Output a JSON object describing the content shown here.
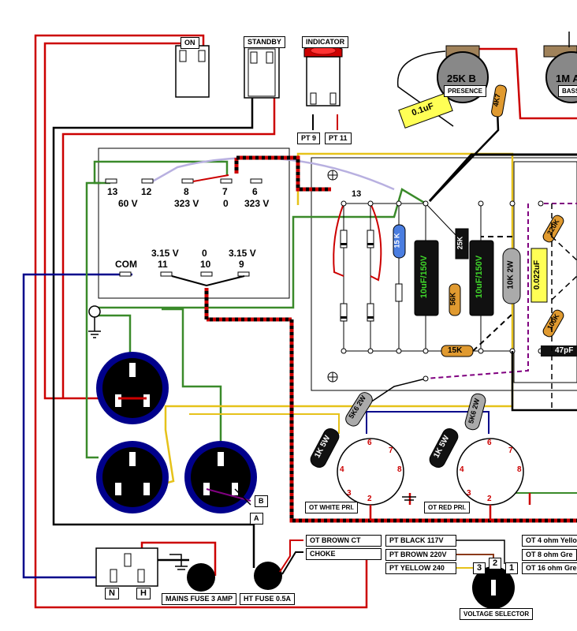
{
  "switches": {
    "on": "ON",
    "standby": "STANDBY",
    "indicator": "INDICATOR",
    "pt9": "PT 9",
    "pt11": "PT 11"
  },
  "pots": {
    "presence_value": "25K B",
    "presence_name": "PRESENCE",
    "bass_value": "1M A",
    "bass_name": "BASS"
  },
  "components": {
    "cap_01": "0.1uF",
    "res_4k7": "4K7",
    "res_15k_v": "15 K",
    "res_25k": "25K",
    "res_56k": "56K",
    "res_10k2w": "10K 2W",
    "res_15k_h": "15K",
    "cap_0022": "0.022uF",
    "res_220k": "220K",
    "res_100k": "100K",
    "cap_47p": "47pF",
    "cap_10uf_a": "10uF/150V",
    "cap_10uf_b": "10uF/150V",
    "res_5k6_a": "5K6 2W",
    "res_5k6_b": "5K6 2W",
    "res_1k_a": "1K 5W",
    "res_1k_b": "1K 5W",
    "wire_13": "13"
  },
  "transformer": {
    "taps_top": [
      "13",
      "12",
      "8",
      "7",
      "6"
    ],
    "volts_top": [
      "60 V",
      "323 V",
      "0",
      "323 V"
    ],
    "volts_mid": [
      "3.15 V",
      "0",
      "3.15 V"
    ],
    "taps_mid": [
      "COM",
      "11",
      "10",
      "9"
    ]
  },
  "sockets": {
    "pins_a": [
      "6",
      "7",
      "4",
      "8",
      "3",
      "2"
    ],
    "pins_b": [
      "6",
      "7",
      "4",
      "8",
      "3",
      "2"
    ],
    "ot_white": "OT WHITE PRI.",
    "ot_red": "OT RED PRI."
  },
  "inlet": {
    "n": "N",
    "h": "H",
    "mains_fuse": "MAINS FUSE 3 AMP",
    "ht_fuse": "HT FUSE 0.5A",
    "jack_a": "A",
    "jack_b": "B"
  },
  "labels": {
    "ot_brown_ct": "OT BROWN CT",
    "choke": "CHOKE",
    "pt_black": "PT BLACK 117V",
    "pt_brown": "PT BROWN 220V",
    "pt_yellow": "PT YELLOW 240",
    "ot_4": "OT 4 ohm Yello",
    "ot_8": "OT 8 ohm Gre",
    "ot_16": "OT 16 ohm Gre",
    "vs_1": "1",
    "vs_2": "2",
    "vs_3": "3",
    "voltage_selector": "VOLTAGE SELECTOR"
  }
}
